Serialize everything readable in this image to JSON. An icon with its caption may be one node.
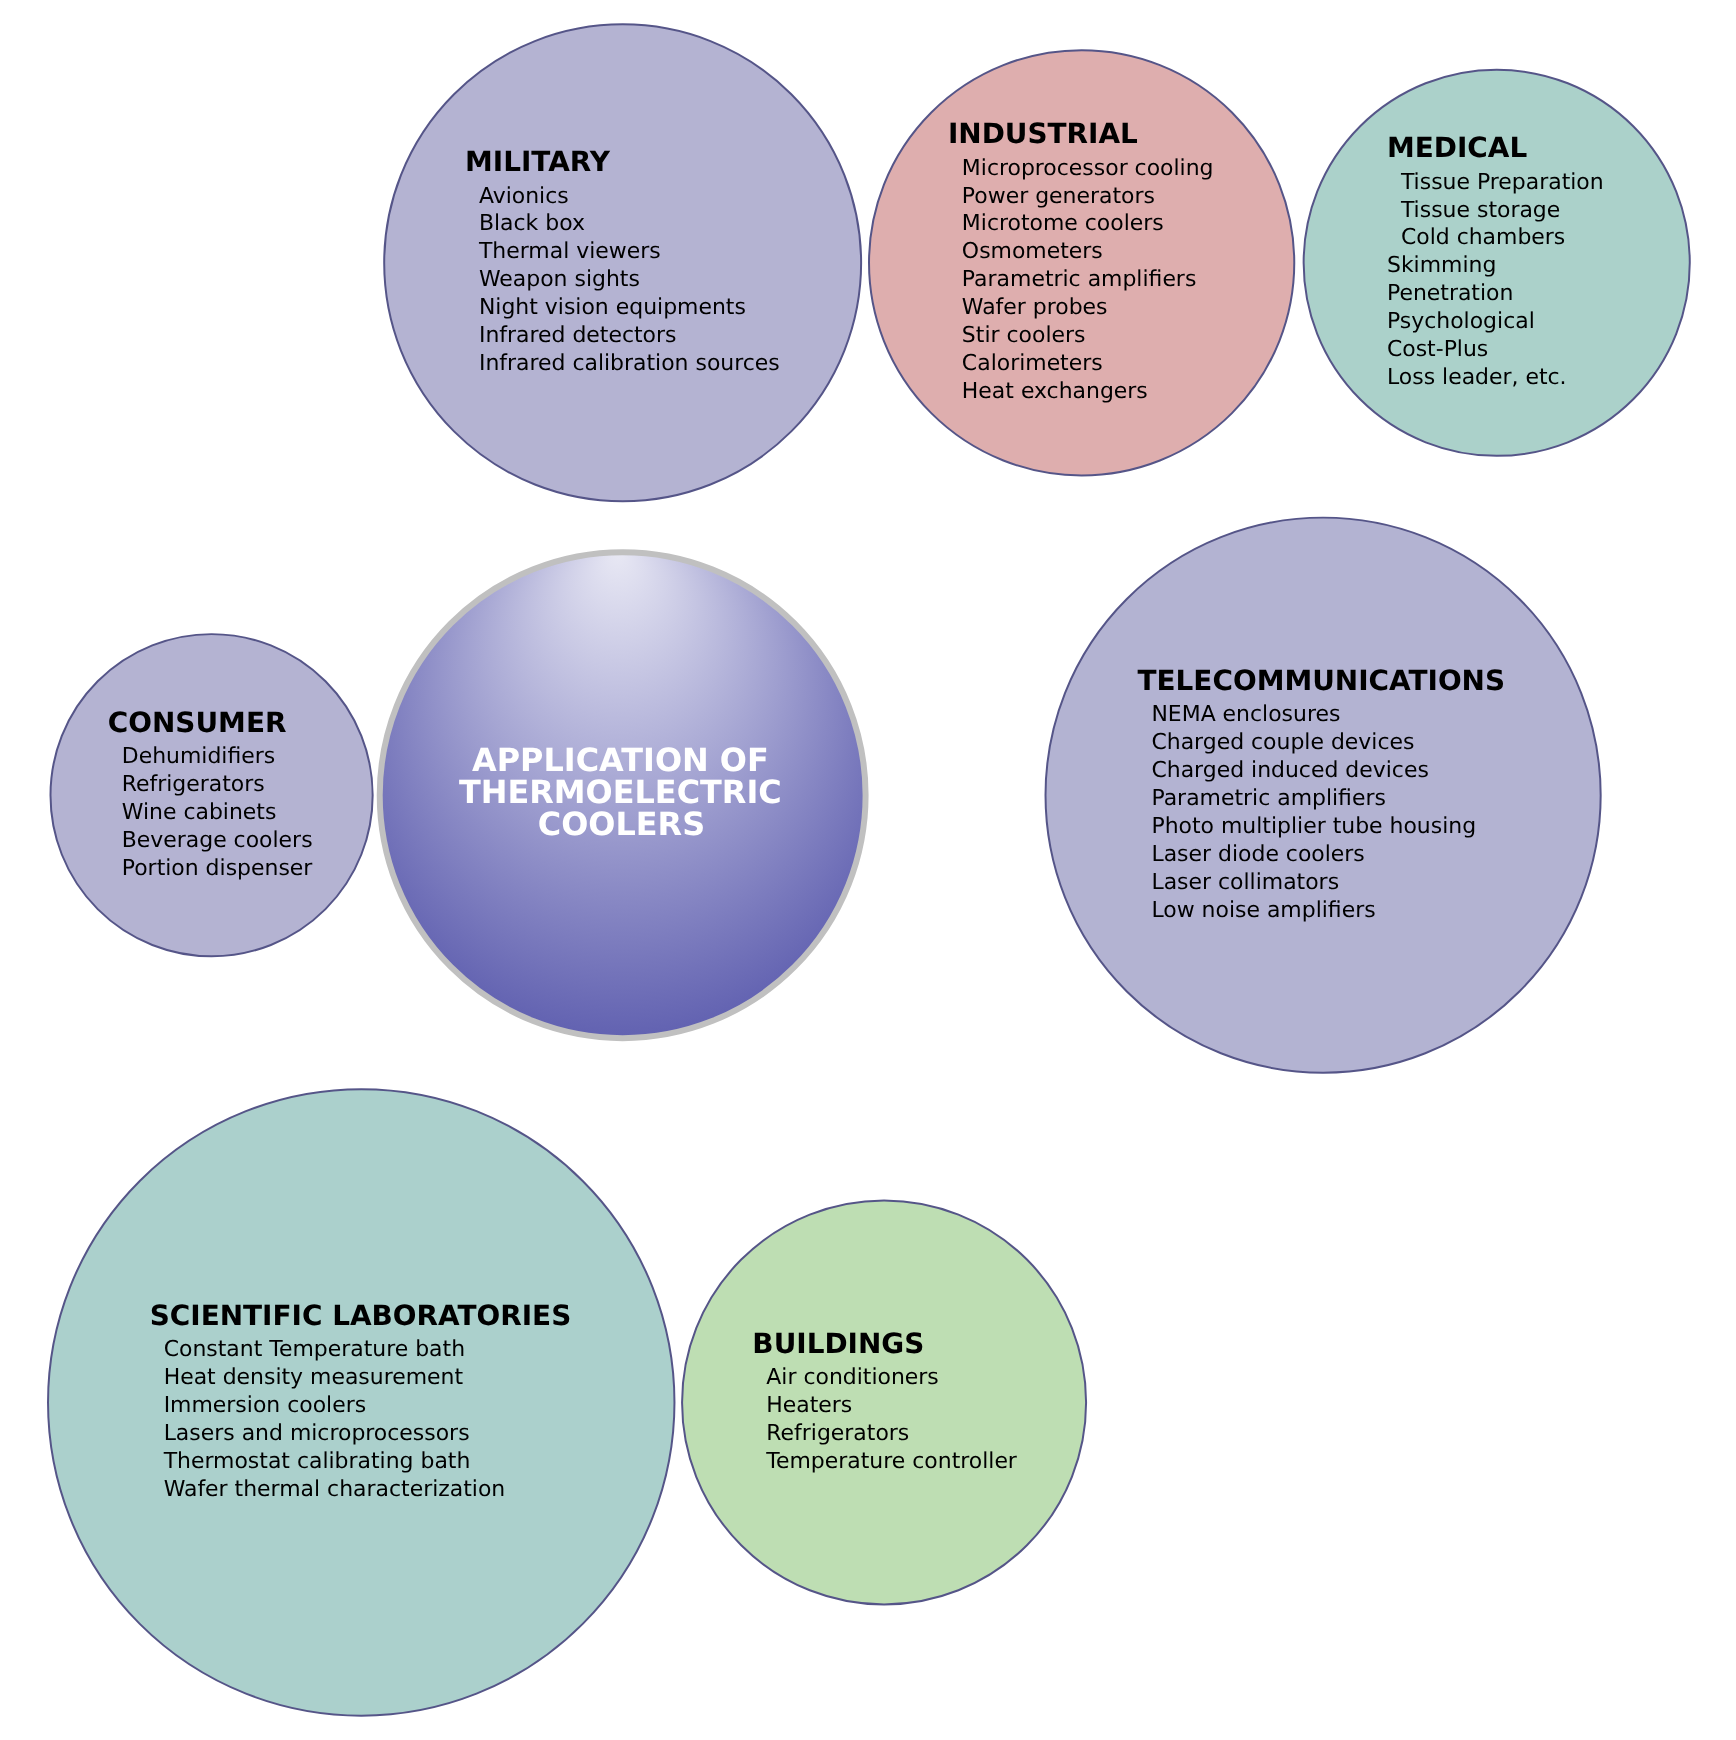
{
  "diagram": {
    "nodes": [
      {
        "text": [
          "MILITARY",
          "Avionics",
          "Black box",
          "Thermal viewers",
          "Weapon sights",
          "Night vision equipments",
          "Infrared detectors",
          "Infrared calibration sources"
        ]
      },
      {
        "text": [
          "INDUSTRIAL",
          "Microprocessor cooling",
          "Power generators",
          "Microtome coolers",
          "Osmometers",
          "Parametric amplifiers",
          "Wafer probes",
          "Stir coolers",
          "Calorimeters",
          "Heat exchangers"
        ]
      },
      {
        "text": [
          "MEDICAL",
          "Tissue Preparation",
          "Tissue storage",
          "Cold chambers",
          "Skimming",
          "Penetration",
          "Psychological",
          "Cost-Plus",
          "Loss leader, etc."
        ]
      },
      {
        "text": [
          "APPLICATION OF THERMOELECTRIC COOLERS"
        ]
      },
      {
        "text": [
          "TELECOMMUNICATIONS",
          "NEMA enclosures",
          "Charged couple devices",
          "Charged induced devices",
          "Parametric amplifiers",
          "Photo multiplier tube housing",
          "Laser diode coolers",
          "Laser collimators",
          "Low noise amplifiers"
        ]
      },
      {
        "text": [
          "CONSUMER",
          "Dehumidifiers",
          "Refrigerators",
          "Wine cabinets",
          "Beverage coolers",
          "Portion dispenser"
        ]
      },
      {
        "text": [
          "SCIENTIFIC LABORATORIES",
          "Constant Temperature bath",
          "Heat density measurement",
          "Immersion coolers",
          "Lasers and microprocessors",
          "Thermostat calibrating bath",
          "Wafer thermal characterization"
        ]
      },
      {
        "text": [
          "BUILDINGS",
          "Air conditioners",
          "Heaters",
          "Refrigerators",
          "Temperature controller"
        ]
      }
    ],
    "edges": []
  }
}
